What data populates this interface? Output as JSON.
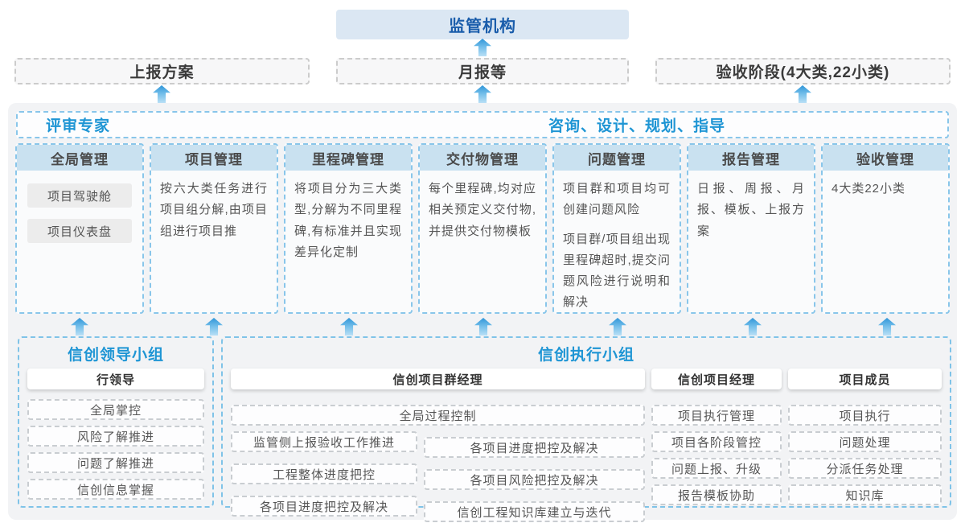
{
  "colors": {
    "accent_blue": "#1e95d4",
    "dark_blue": "#1a5dab",
    "column_header_bg": "#c9e1f0",
    "regulator_bg": "#dbe7f3",
    "arrow_gradient_top": "#2f95d8",
    "arrow_gradient_bottom": "#b9e0f6",
    "container_bg": "#f2f3f5"
  },
  "top": {
    "regulator": "监管机构"
  },
  "report_row": {
    "plan": "上报方案",
    "monthly": "月报等",
    "acceptance": "验收阶段(4大类,22小类)"
  },
  "experts_bar": {
    "left": "评审专家",
    "right": "咨询、设计、规划、指导"
  },
  "columns": [
    {
      "header": "全局管理",
      "chips": [
        "项目驾驶舱",
        "项目仪表盘"
      ]
    },
    {
      "header": "项目管理",
      "p1": "按六大类任务进行项目组分解,由项目组进行项目推"
    },
    {
      "header": "里程碑管理",
      "p1": "将项目分为三大类型,分解为不同里程碑,有标准并且实现差异化定制"
    },
    {
      "header": "交付物管理",
      "p1": "每个里程碑,均对应相关预定义交付物,并提供交付物模板"
    },
    {
      "header": "问题管理",
      "p1": "项目群和项目均可创建问题风险",
      "p2": "项目群/项目组出现里程碑超时,提交问题风险进行说明和解决"
    },
    {
      "header": "报告管理",
      "p1": "日报、周报、月报、模板、上报方案"
    },
    {
      "header": "验收管理",
      "p1": "4大类22小类"
    }
  ],
  "leader_group": {
    "title": "信创领导小组",
    "role": "行领导",
    "items": [
      "全局掌控",
      "风险了解推进",
      "问题了解推进",
      "信创信息掌握"
    ]
  },
  "executor_group": {
    "title": "信创执行小组",
    "program_manager": {
      "role": "信创项目群经理",
      "wide_item": "全局过程控制",
      "rows": [
        {
          "left": "监管侧上报验收工作推进",
          "right": "各项目进度把控及解决"
        },
        {
          "left": "工程整体进度把控",
          "right": "各项目风险把控及解决"
        },
        {
          "left": "各项目进度把控及解决",
          "right": "信创工程知识库建立与迭代"
        }
      ]
    },
    "project_manager": {
      "role": "信创项目经理",
      "items": [
        "项目执行管理",
        "项目各阶段管控",
        "问题上报、升级",
        "报告模板协助"
      ]
    },
    "members": {
      "role": "项目成员",
      "items": [
        "项目执行",
        "问题处理",
        "分派任务处理",
        "知识库"
      ]
    }
  }
}
